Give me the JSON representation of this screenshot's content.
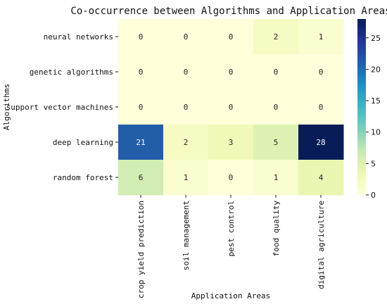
{
  "chart_data": {
    "type": "heatmap",
    "title": "Co-occurrence between Algorithms and Application Areas",
    "xlabel": "Application Areas",
    "ylabel": "Algorithms",
    "x_categories": [
      "crop yield prediction",
      "soil management",
      "pest control",
      "food quality",
      "digital agriculture"
    ],
    "y_categories": [
      "neural networks",
      "genetic algorithms",
      "support vector machines",
      "deep learning",
      "random forest"
    ],
    "values": [
      [
        0,
        0,
        0,
        2,
        1
      ],
      [
        0,
        0,
        0,
        0,
        0
      ],
      [
        0,
        0,
        0,
        0,
        0
      ],
      [
        21,
        2,
        3,
        5,
        28
      ],
      [
        6,
        1,
        0,
        1,
        4
      ]
    ],
    "colorbar": {
      "min": 0,
      "max": 28,
      "ticks": [
        "0",
        "5",
        "10",
        "15",
        "20",
        "25"
      ],
      "colormap": "YlGnBu"
    }
  }
}
